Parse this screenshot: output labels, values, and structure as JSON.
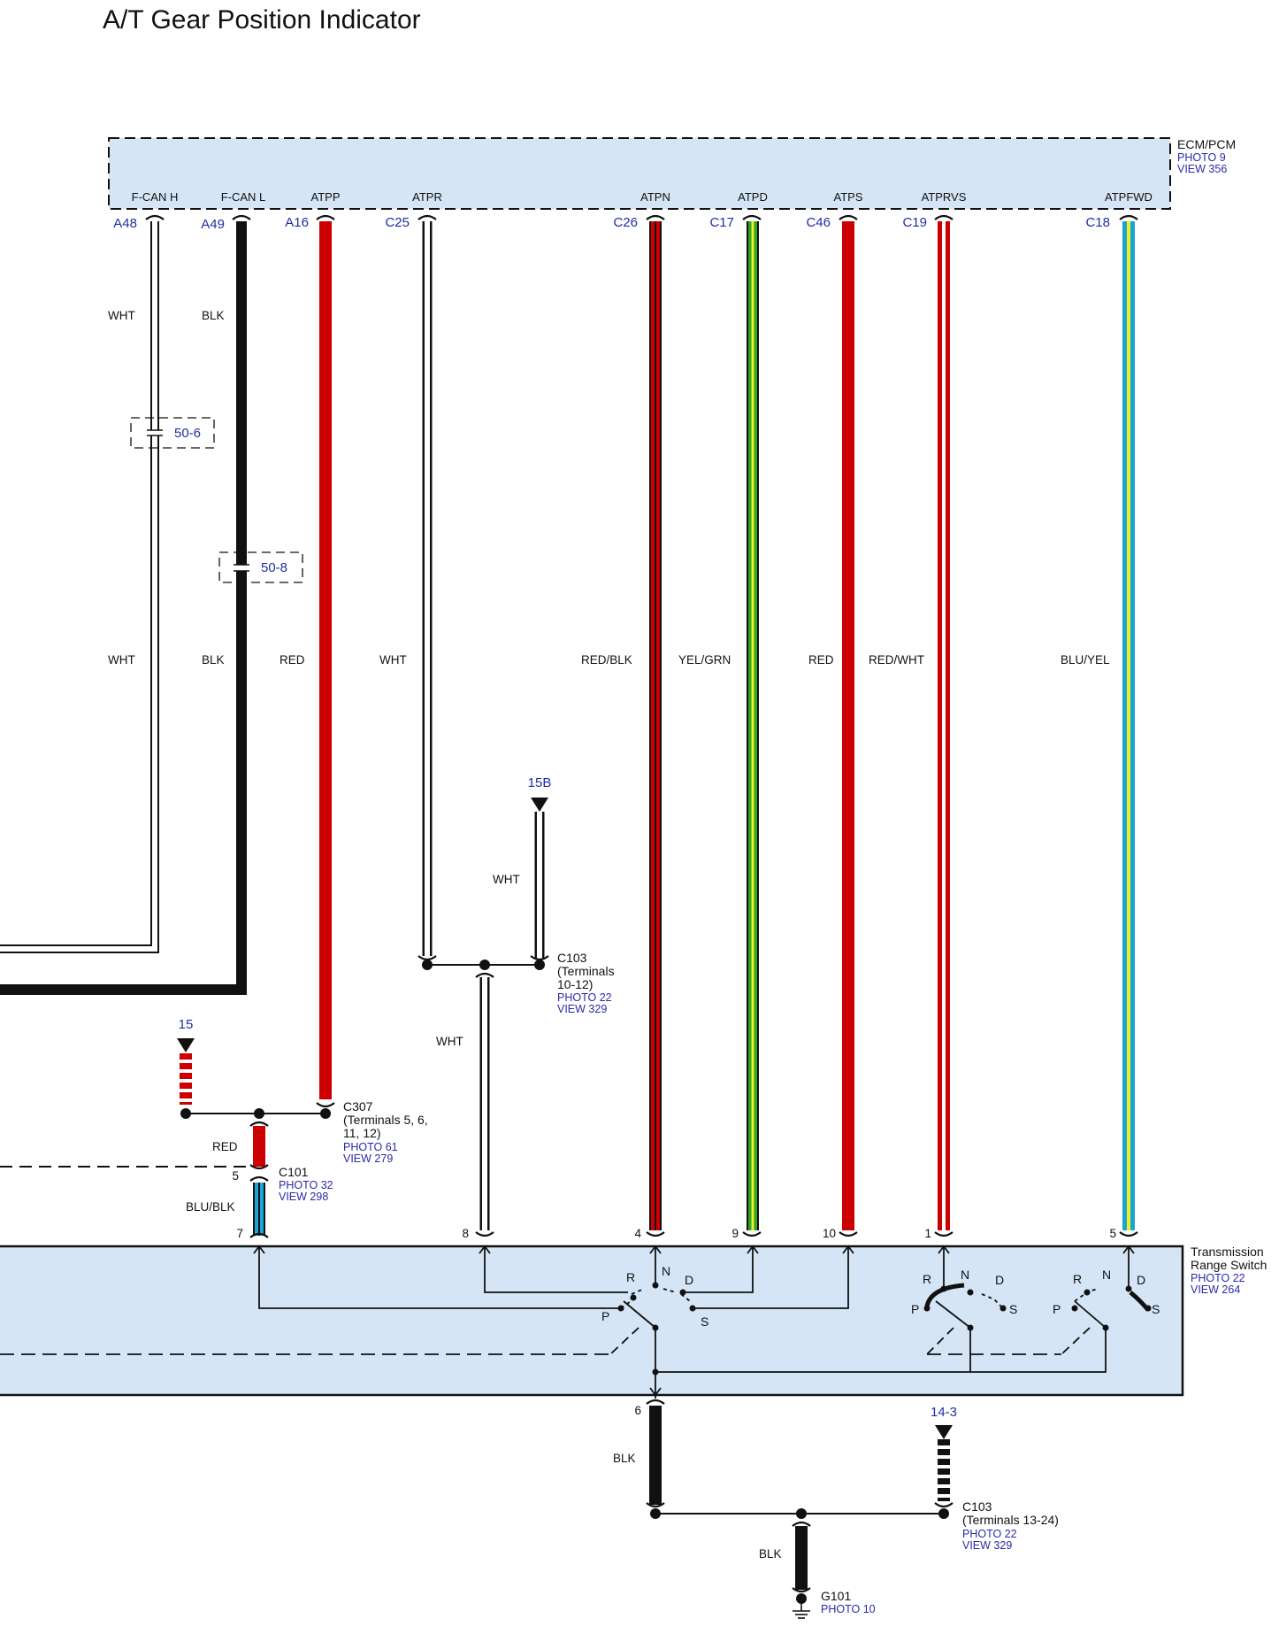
{
  "title": "A/T Gear Position Indicator",
  "colors": {
    "component_fill": "#d5e5f6",
    "red": "#cc0000",
    "black": "#111111",
    "white": "#ffffff",
    "yellow": "#f2ee20",
    "green": "#2ea32e",
    "blue": "#1aa3d6",
    "ref_blue": "#2a2aa8"
  },
  "ecm": {
    "name": "ECM/PCM",
    "photo": "PHOTO 9",
    "view": "VIEW 356",
    "signals": [
      "F-CAN H",
      "F-CAN L",
      "ATPP",
      "ATPR",
      "ATPN",
      "ATPD",
      "ATPS",
      "ATPRVS",
      "ATPFWD"
    ],
    "pins": [
      "A48",
      "A49",
      "A16",
      "C25",
      "C26",
      "C17",
      "C46",
      "C19",
      "C18"
    ]
  },
  "wires": {
    "fcanh_top": "WHT",
    "fcanl_top": "BLK",
    "fcanh_mid": "WHT",
    "fcanl_mid": "BLK",
    "atpp": "RED",
    "atpr": "WHT",
    "atpn": "RED/BLK",
    "atpd": "YEL/GRN",
    "atps": "RED",
    "atprvs": "RED/WHT",
    "atpfwd": "BLU/YEL",
    "ref15b": "WHT",
    "c103_down": "WHT",
    "c307_down": "RED",
    "c101_down": "BLU/BLK",
    "gnd1": "BLK",
    "gnd2": "BLK"
  },
  "refs": {
    "r50_6": "50-6",
    "r50_8": "50-8",
    "r15b": "15B",
    "r15": "15",
    "r14_3": "14-3"
  },
  "c103_top": {
    "name": "C103",
    "term1": "(Terminals",
    "term2": "10-12)",
    "photo": "PHOTO 22",
    "view": "VIEW 329"
  },
  "c307": {
    "name": "C307",
    "term1": "(Terminals 5, 6,",
    "term2": "11, 12)",
    "photo": "PHOTO 61",
    "view": "VIEW 279"
  },
  "c101": {
    "name": "C101",
    "photo": "PHOTO 32",
    "view": "VIEW 298",
    "pin": "5"
  },
  "trs": {
    "name1": "Transmission",
    "name2": "Range Switch",
    "photo": "PHOTO 22",
    "view": "VIEW 264",
    "pins": [
      "7",
      "8",
      "4",
      "9",
      "10",
      "1",
      "5"
    ],
    "gnd_pin": "6",
    "positions": {
      "r": "R",
      "n": "N",
      "d": "D",
      "p": "P",
      "s": "S"
    }
  },
  "c103_bottom": {
    "name": "C103",
    "term": "(Terminals 13-24)",
    "photo": "PHOTO 22",
    "view": "VIEW 329"
  },
  "g101": {
    "name": "G101",
    "photo": "PHOTO 10"
  }
}
